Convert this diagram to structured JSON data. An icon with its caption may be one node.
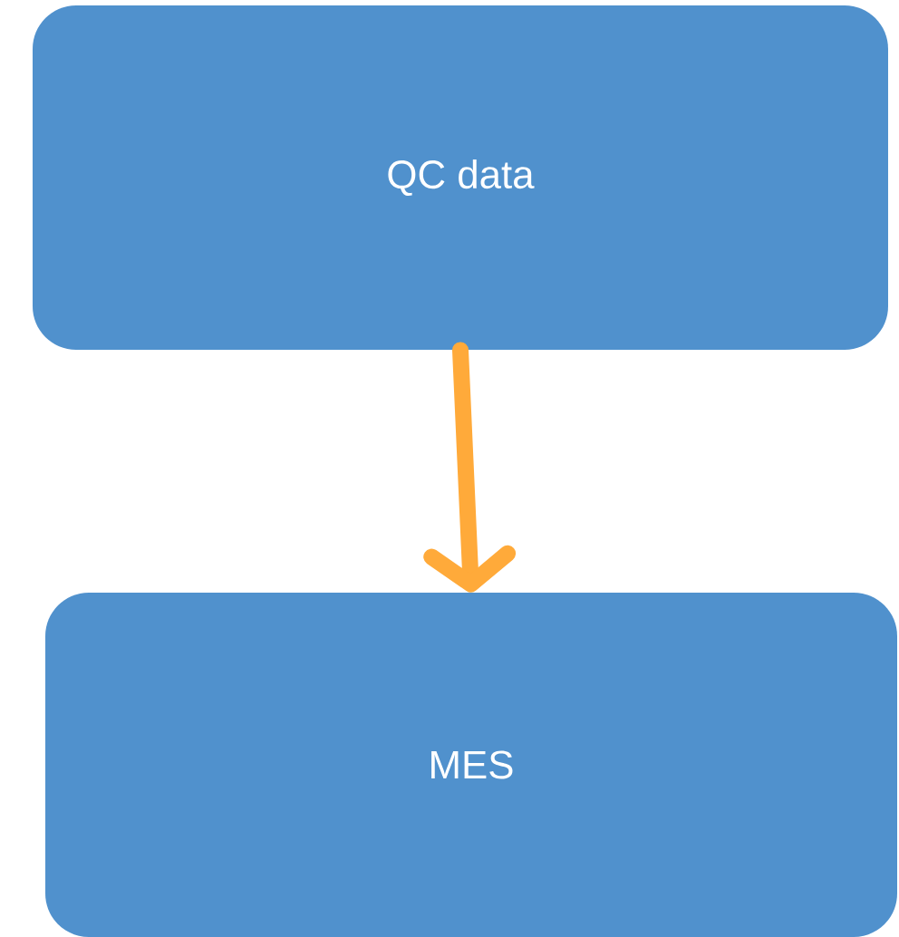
{
  "diagram": {
    "nodes": [
      {
        "text": [
          "QC data"
        ]
      },
      {
        "text": [
          "MES"
        ]
      }
    ],
    "edges": [
      {
        "from": 0,
        "to": 1,
        "arrow": "to"
      }
    ]
  }
}
